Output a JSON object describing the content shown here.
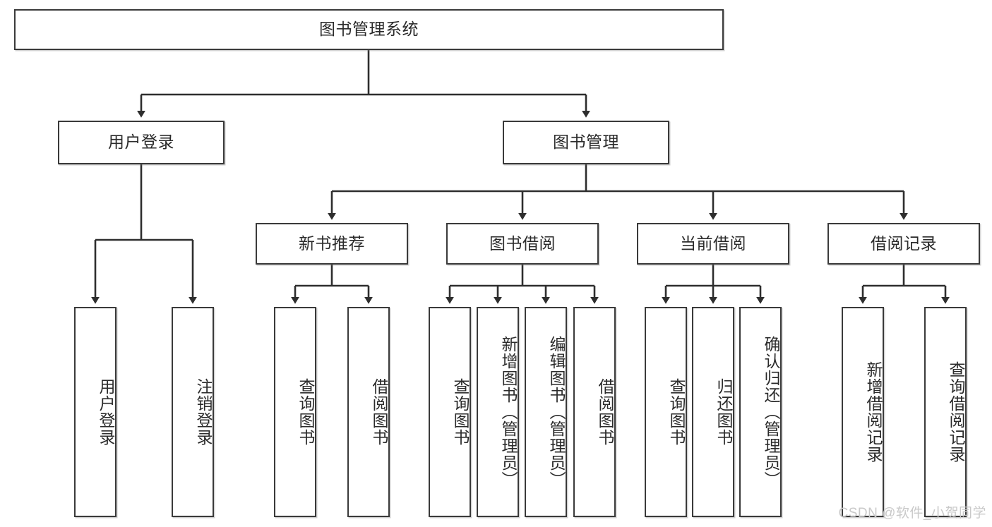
{
  "diagram": {
    "title": "图书管理系统",
    "type": "tree",
    "watermark": "CSDN @软件_小贺同学",
    "root": {
      "label": "图书管理系统"
    },
    "level1": [
      {
        "label": "用户登录"
      },
      {
        "label": "图书管理"
      }
    ],
    "level2": [
      {
        "label": "新书推荐"
      },
      {
        "label": "图书借阅"
      },
      {
        "label": "当前借阅"
      },
      {
        "label": "借阅记录"
      }
    ],
    "leaves": {
      "user_login": [
        {
          "label": "用户登录"
        },
        {
          "label": "注销登录"
        }
      ],
      "new_book_recommend": [
        {
          "label": "查询图书"
        },
        {
          "label": "借阅图书"
        }
      ],
      "book_borrow": [
        {
          "label": "查询图书"
        },
        {
          "label": "新增图书（管理员）"
        },
        {
          "label": "编辑图书（管理员）"
        },
        {
          "label": "借阅图书"
        }
      ],
      "current_borrow": [
        {
          "label": "查询图书"
        },
        {
          "label": "归还图书"
        },
        {
          "label": "确认归还（管理员）"
        }
      ],
      "borrow_record": [
        {
          "label": "新增借阅记录"
        },
        {
          "label": "查询借阅记录"
        }
      ]
    },
    "colors": {
      "border": "#3a3a3a",
      "text": "#2b2b2b",
      "background": "#ffffff",
      "watermark": "#c9c9c9"
    }
  }
}
